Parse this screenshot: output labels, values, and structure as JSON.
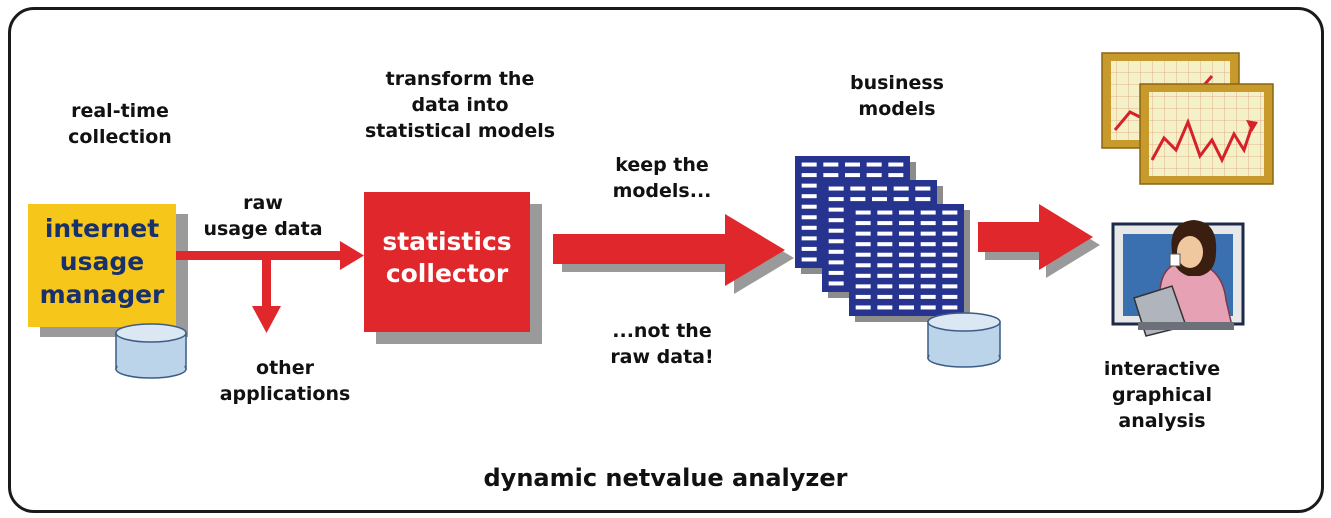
{
  "title": "dynamic netvalue analyzer",
  "labels": {
    "realtime": [
      "real-time",
      "collection"
    ],
    "raw_usage": [
      "raw",
      "usage data"
    ],
    "other_apps": [
      "other",
      "applications"
    ],
    "transform": [
      "transform the",
      "data into",
      "statistical models"
    ],
    "keep": [
      "keep the",
      "models..."
    ],
    "not_raw": [
      "...not the",
      "raw data!"
    ],
    "business": [
      "business",
      "models"
    ],
    "interactive": [
      "interactive",
      "graphical",
      "analysis"
    ]
  },
  "boxes": {
    "usage_manager": [
      "internet",
      "usage",
      "manager"
    ],
    "statistics_collector": [
      "statistics",
      "collector"
    ]
  },
  "colors": {
    "usage_manager_fill": "#f7c61a",
    "usage_manager_text": "#17306e",
    "collector_fill": "#e0282c",
    "collector_text": "#ffffff",
    "arrow": "#e0282c",
    "shadow": "#9a9a9a",
    "table_fill": "#26348f",
    "database": "#bcd4ea"
  },
  "icons": [
    "database-icon",
    "table-document-icon",
    "line-chart-icon",
    "person-at-laptop-icon"
  ]
}
